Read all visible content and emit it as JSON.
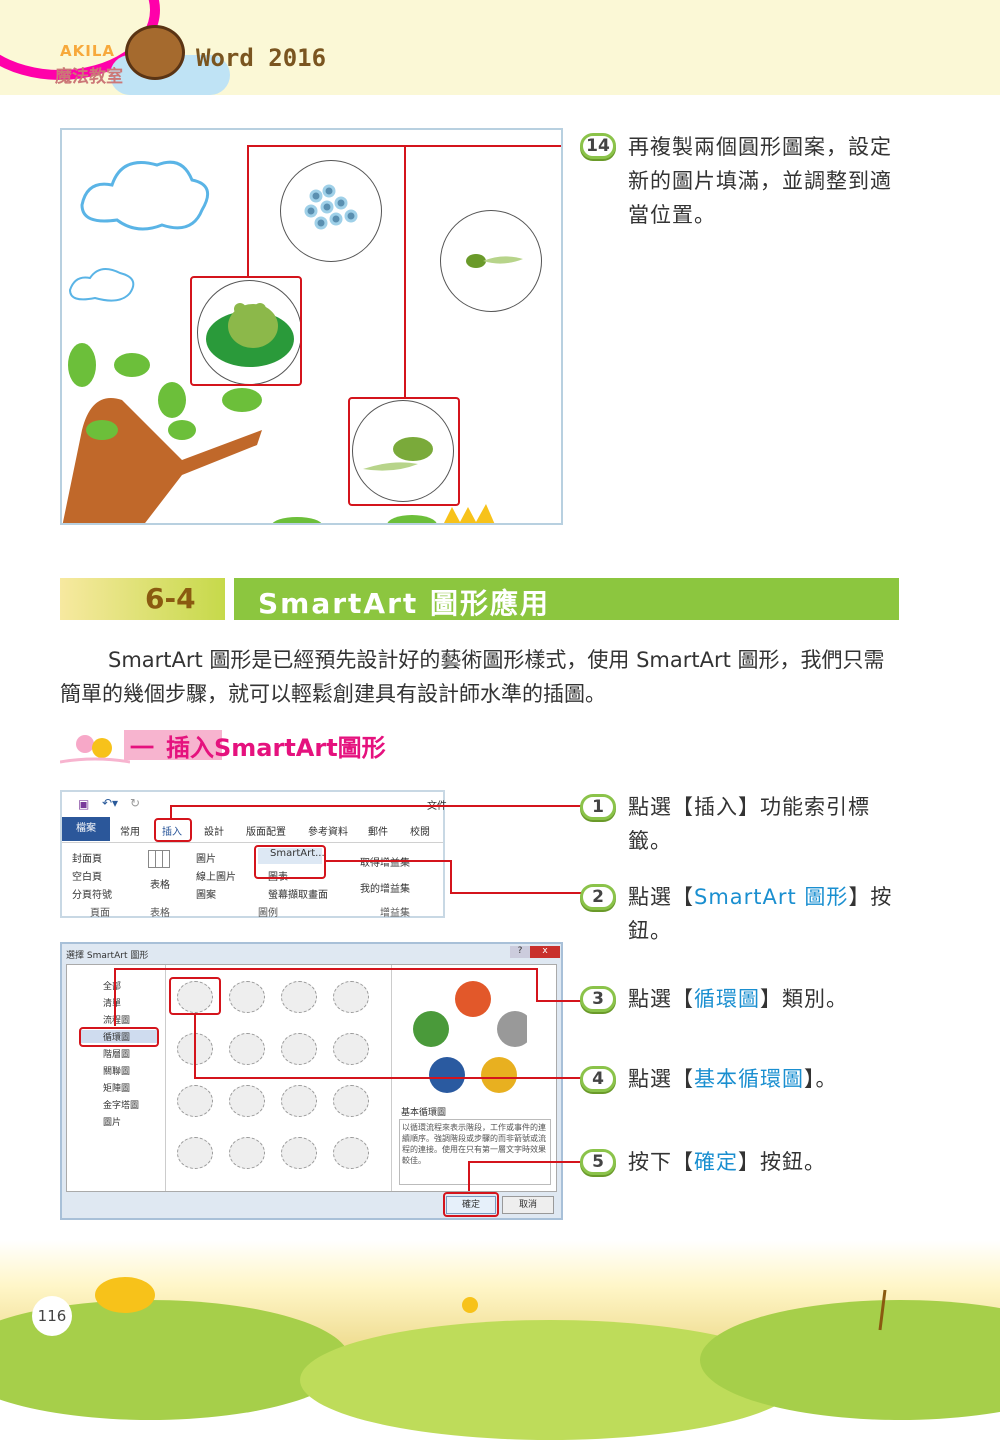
{
  "header": {
    "brand_en": "AKILA",
    "brand_zh": "魔法教室",
    "product": "Word 2016"
  },
  "step14": {
    "number": "14",
    "text": "再複製兩個圓形圖案，設定新的圖片填滿，並調整到適當位置。"
  },
  "section": {
    "number": "6-4",
    "title": "SmartArt 圖形應用"
  },
  "intro": "SmartArt 圖形是已經預先設計好的藝術圖形樣式，使用 SmartArt 圖形，我們只需簡單的幾個步驟，就可以輕鬆創建具有設計師水準的插圖。",
  "subheading": {
    "number": "一",
    "title": "插入SmartArt圖形"
  },
  "ribbon": {
    "title_partial": "文件",
    "tabs": [
      "檔案",
      "常用",
      "插入",
      "設計",
      "版面配置",
      "參考資料",
      "郵件",
      "校閱"
    ],
    "pages_group": {
      "items": [
        "封面頁",
        "空白頁",
        "分頁符號"
      ],
      "label": "頁面"
    },
    "table_group": {
      "item": "表格",
      "label": "表格"
    },
    "illus_group": {
      "items": [
        "圖片",
        "線上圖片",
        "圖案",
        "SmartArt...",
        "圖表",
        "螢幕擷取畫面"
      ],
      "label": "圖例"
    },
    "addins_group": {
      "items": [
        "取得增益集",
        "我的增益集"
      ],
      "label": "增益集"
    }
  },
  "dialog": {
    "title": "選擇 SmartArt 圖形",
    "categories": [
      "全部",
      "清單",
      "流程圖",
      "循環圖",
      "階層圖",
      "關聯圖",
      "矩陣圖",
      "金字塔圖",
      "圖片"
    ],
    "preview_title": "基本循環圖",
    "preview_desc": "以循環流程來表示階段，工作或事件的連續順序。強調階段或步驟的而非箭號或流程的連接。使用在只有第一層文字時效果較佳。",
    "ok": "確定",
    "cancel": "取消",
    "help": "?",
    "close": "x"
  },
  "steps": [
    {
      "number": "1",
      "pre": "點選【插入】功能索引標籤。",
      "hl": "",
      "post": ""
    },
    {
      "number": "2",
      "pre": "點選【",
      "hl": "SmartArt 圖形",
      "post": "】按鈕。"
    },
    {
      "number": "3",
      "pre": "點選【",
      "hl": "循環圖",
      "post": "】類別。"
    },
    {
      "number": "4",
      "pre": "點選【",
      "hl": "基本循環圖",
      "post": "】。"
    },
    {
      "number": "5",
      "pre": "按下【",
      "hl": "確定",
      "post": "】按鈕。"
    }
  ],
  "page_number": "116"
}
